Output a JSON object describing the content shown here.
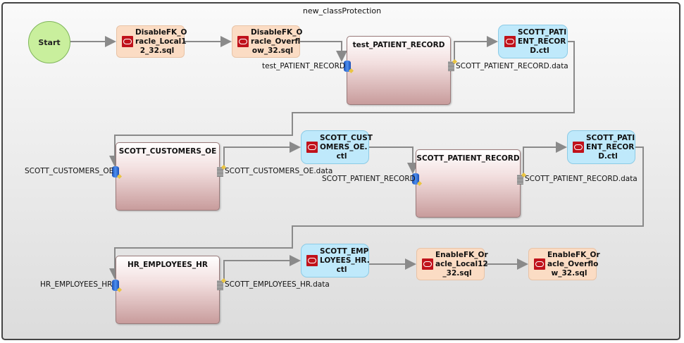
{
  "diagram": {
    "title": "new_classProtection",
    "start_label": "Start",
    "sql_nodes": [
      {
        "id": "disable_local",
        "label": "DisableFK_O\nracle_Local1\n2_32.sql",
        "icon": "oracle-icon"
      },
      {
        "id": "disable_overflow",
        "label": "DisableFK_O\nracle_Overfl\now_32.sql",
        "icon": "oracle-icon"
      },
      {
        "id": "enable_local",
        "label": "EnableFK_Or\nacle_Local12\n_32.sql",
        "icon": "oracle-icon"
      },
      {
        "id": "enable_overflow",
        "label": "EnableFK_Or\nacle_Overflo\nw_32.sql",
        "icon": "oracle-icon"
      }
    ],
    "ctl_nodes": [
      {
        "id": "ctl1",
        "label": "SCOTT_PATI\nENT_RECOR\nD.ctl",
        "icon": "oracle-icon"
      },
      {
        "id": "ctl2",
        "label": "SCOTT_CUST\nOMERS_OE.\nctl",
        "icon": "oracle-icon"
      },
      {
        "id": "ctl3",
        "label": "SCOTT_PATI\nENT_RECOR\nD.ctl",
        "icon": "oracle-icon"
      },
      {
        "id": "ctl4",
        "label": "SCOTT_EMP\nLOYEES_HR.\nctl",
        "icon": "oracle-icon"
      }
    ],
    "tasks": [
      {
        "title": "test_PATIENT_RECORD",
        "input": "test_PATIENT_RECORD",
        "output": "SCOTT_PATIENT_RECORD.data"
      },
      {
        "title": "SCOTT_CUSTOMERS_OE",
        "input": "SCOTT_CUSTOMERS_OE",
        "output": "SCOTT_CUSTOMERS_OE.data"
      },
      {
        "title": "SCOTT_PATIENT_RECORD",
        "input": "SCOTT_PATIENT_RECORD",
        "output": "SCOTT_PATIENT_RECORD.data"
      },
      {
        "title": "HR_EMPLOYEES_HR",
        "input": "HR_EMPLOYEES_HR",
        "output": "SCOTT_EMPLOYEES_HR.data"
      }
    ]
  },
  "colors": {
    "sql_fill": "#fbdcc4",
    "ctl_fill": "#bfe9fb",
    "start_fill": "#c9ef9d",
    "oracle_red": "#c0121b",
    "connector": "#8a8a8a"
  }
}
